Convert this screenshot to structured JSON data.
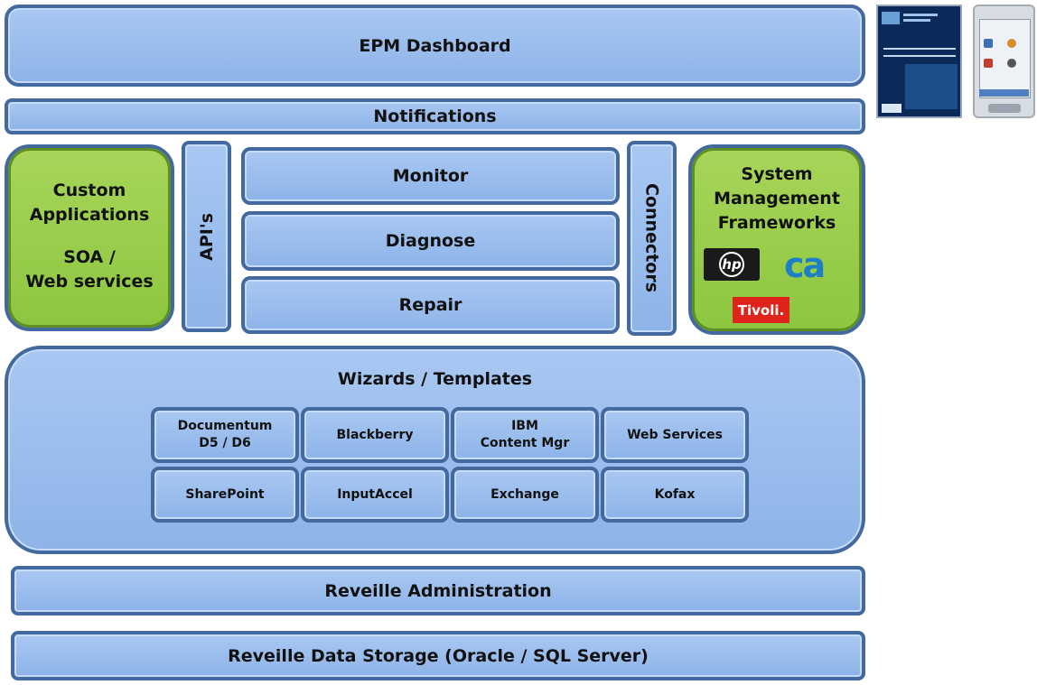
{
  "dashboard": "EPM Dashboard",
  "notifications": "Notifications",
  "custom_apps": {
    "line1": "Custom",
    "line2": "Applications",
    "line3": "SOA /",
    "line4": "Web services"
  },
  "apis": "API's",
  "monitor": "Monitor",
  "diagnose": "Diagnose",
  "repair": "Repair",
  "connectors": "Connectors",
  "smf": {
    "line1": "System",
    "line2": "Management",
    "line3": "Frameworks",
    "logos": {
      "hp": "hp",
      "ca": "ca",
      "tivoli": "Tivoli."
    }
  },
  "wizards": {
    "title": "Wizards / Templates",
    "items": [
      {
        "line1": "Documentum",
        "line2": "D5 / D6"
      },
      {
        "line1": "Blackberry",
        "line2": ""
      },
      {
        "line1": "IBM",
        "line2": "Content Mgr"
      },
      {
        "line1": "Web Services",
        "line2": ""
      },
      {
        "line1": "SharePoint",
        "line2": ""
      },
      {
        "line1": "InputAccel",
        "line2": ""
      },
      {
        "line1": "Exchange",
        "line2": ""
      },
      {
        "line1": "Kofax",
        "line2": ""
      }
    ]
  },
  "administration": "Reveille Administration",
  "storage": "Reveille Data Storage (Oracle / SQL Server)",
  "colors": {
    "box_fill": "#9bbdec",
    "box_border": "#44699f",
    "green_fill": "#92c94a",
    "hp_bg": "#1a1a1a",
    "ca_blue": "#1f7fc4",
    "tivoli_red": "#e0241b"
  }
}
